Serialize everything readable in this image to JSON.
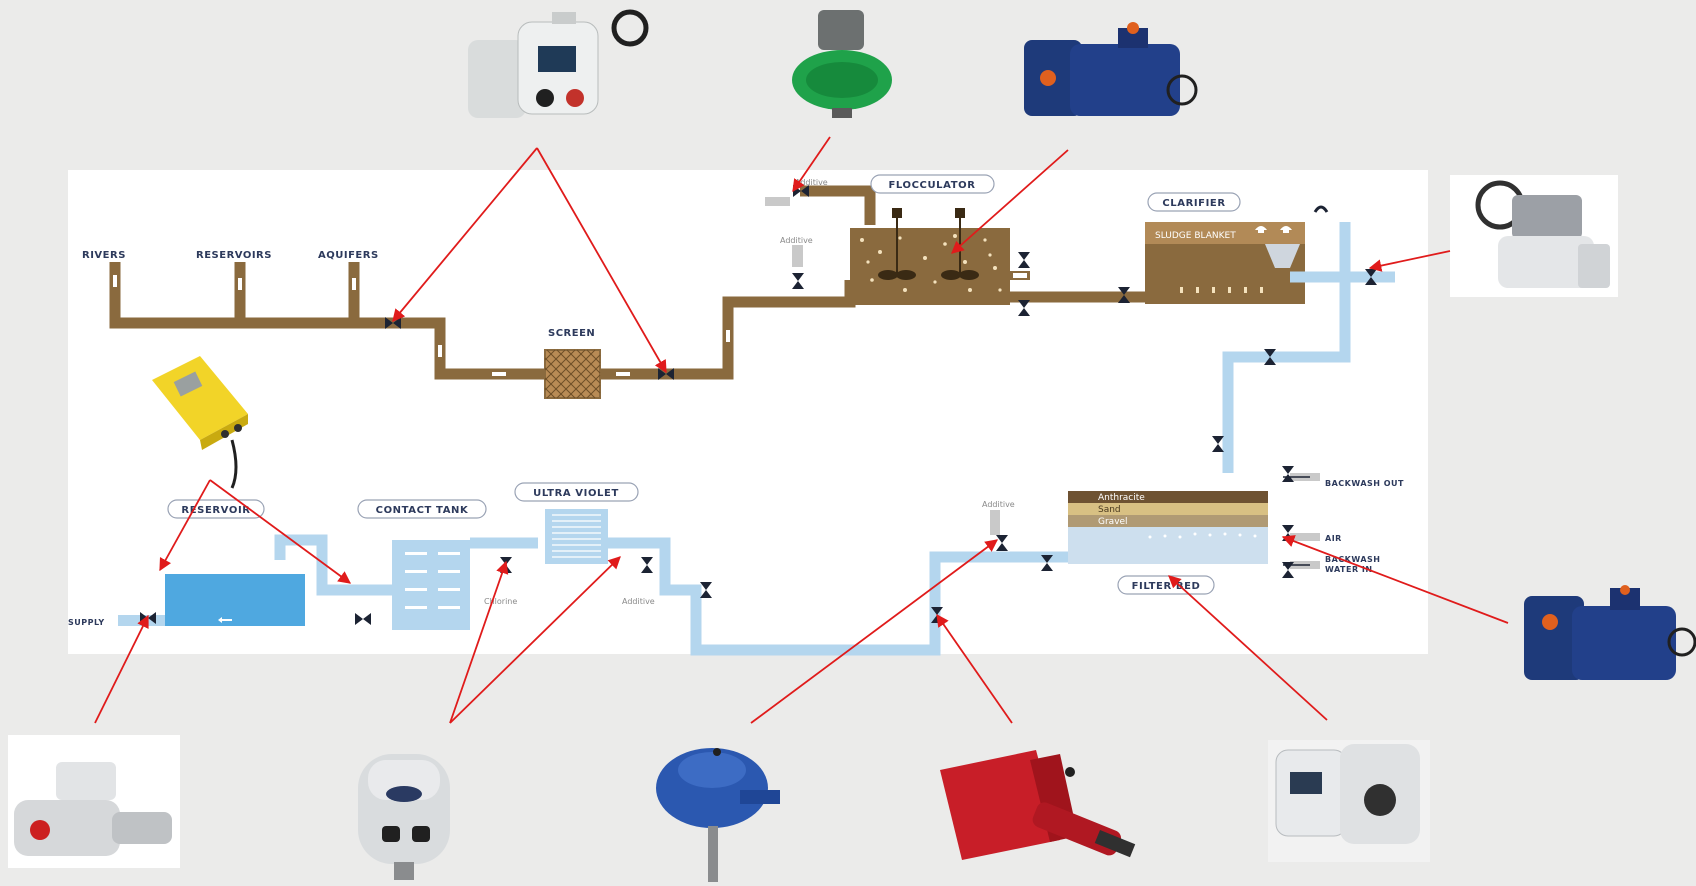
{
  "sources": {
    "rivers": "RIVERS",
    "reservoirs": "RESERVOIRS",
    "aquifers": "AQUIFERS"
  },
  "stages": {
    "screen": "SCREEN",
    "flocculator": "FLOCCULATOR",
    "clarifier": "CLARIFIER",
    "sludge_blanket": "SLUDGE BLANKET",
    "reservoir": "RESERVOIR",
    "contact_tank": "CONTACT TANK",
    "ultra_violet": "ULTRA VIOLET",
    "filter_bed": "FILTER BED"
  },
  "filter_layers": [
    "Anthracite",
    "Sand",
    "Gravel"
  ],
  "side_labels": {
    "backwash_out": "BACKWASH OUT",
    "air": "AIR",
    "backwash_in_1": "BACKWASH",
    "backwash_in_2": "WATER IN",
    "supply": "SUPPLY"
  },
  "small_labels": {
    "additive_top": "Additive",
    "additive_floc": "Additive",
    "additive_filter": "Additive",
    "additive_uv": "Additive",
    "chlorine": "Chlorine"
  },
  "colors": {
    "raw_water": "#8a6a3e",
    "clean_water": "#b4d6ee",
    "arrow": "#e01b1b",
    "valve": "#1c2333"
  },
  "actuator_icons": [
    "electric-multiturn-actuator-icon",
    "pneumatic-valve-actuator-icon",
    "explosion-proof-actuator-icon",
    "gear-operated-valve-icon",
    "quarter-turn-controller-icon",
    "linear-pneumatic-actuator-icon",
    "compact-electric-actuator-icon",
    "diaphragm-actuator-icon",
    "scotch-yoke-actuator-icon",
    "intelligent-actuator-icon",
    "blue-part-turn-actuator-icon"
  ]
}
